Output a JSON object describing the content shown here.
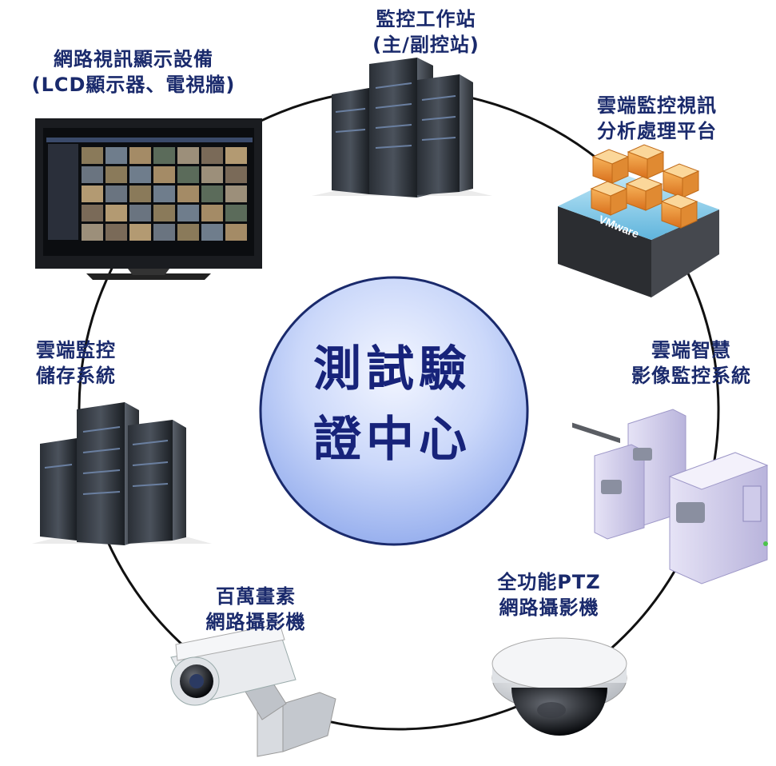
{
  "center": {
    "line1": "測試驗",
    "line2": "證中心"
  },
  "nodes": {
    "workstation": {
      "line1": "監控工作站",
      "line2": "(主/副控站)"
    },
    "display": {
      "line1": "網路視訊顯示設備",
      "line2": "(LCD顯示器、電視牆)"
    },
    "cloud_platform": {
      "line1": "雲端監控視訊",
      "line2": "分析處理平台"
    },
    "cloud_storage": {
      "line1": "雲端監控",
      "line2": "儲存系統"
    },
    "smart_video": {
      "line1": "雲端智慧",
      "line2": "影像監控系統"
    },
    "megapixel_camera": {
      "line1": "百萬畫素",
      "line2": "網路攝影機"
    },
    "ptz_camera": {
      "line1": "全功能PTZ",
      "line2": "網路攝影機"
    }
  },
  "platform_brand": "VMware",
  "colors": {
    "label": "#1a2a6c",
    "center_text": "#17237a",
    "circle_fill_top": "#e9eefc",
    "circle_fill_bottom": "#a9bdf0"
  }
}
